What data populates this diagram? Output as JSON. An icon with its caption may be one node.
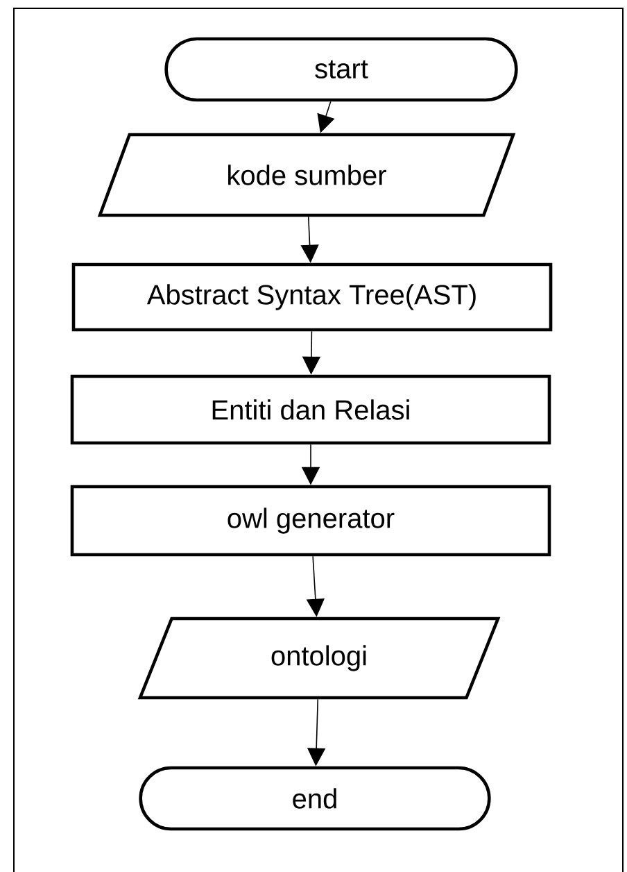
{
  "diagram": {
    "nodes": [
      {
        "text": [
          "start"
        ]
      },
      {
        "text": [
          "kode sumber"
        ]
      },
      {
        "text": [
          "Abstract Syntax Tree(AST)"
        ]
      },
      {
        "text": [
          "Entiti dan Relasi"
        ]
      },
      {
        "text": [
          "owl generator"
        ]
      },
      {
        "text": [
          "ontologi"
        ]
      },
      {
        "text": [
          "end"
        ]
      }
    ],
    "edges": [
      {
        "from": 0,
        "to": 1,
        "arrow": "to"
      },
      {
        "from": 1,
        "to": 2,
        "arrow": "to"
      },
      {
        "from": 2,
        "to": 3,
        "arrow": "to"
      },
      {
        "from": 3,
        "to": 4,
        "arrow": "to"
      },
      {
        "from": 4,
        "to": 5,
        "arrow": "to"
      },
      {
        "from": 5,
        "to": 6,
        "arrow": "to"
      }
    ]
  }
}
